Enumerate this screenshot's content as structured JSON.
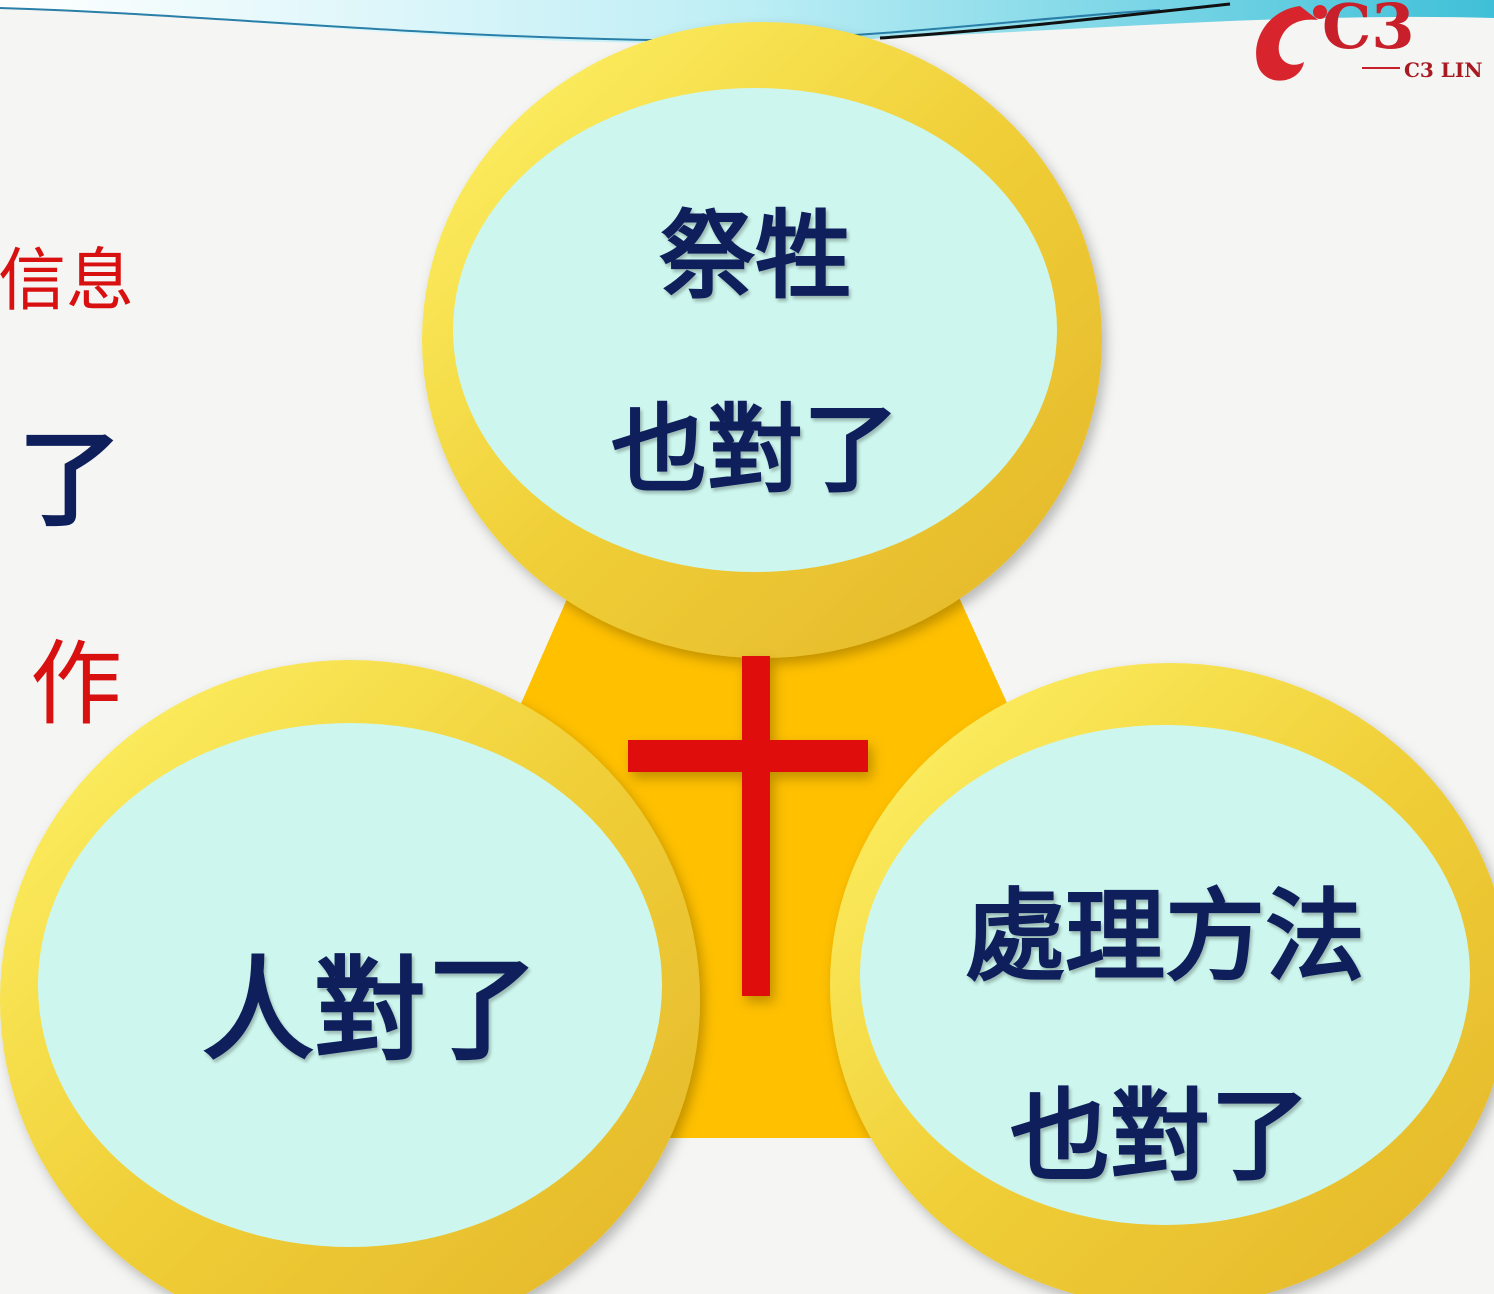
{
  "side_text": {
    "line1": "信息",
    "line2": "了",
    "line3": "作"
  },
  "circles": {
    "top": {
      "line1": "祭牲",
      "line2": "也對了"
    },
    "left": {
      "line1": "人對了"
    },
    "right": {
      "line1": "處理方法",
      "line2": "也對了"
    }
  },
  "logo": {
    "mark": "C3",
    "tagline": "C3 LIN"
  },
  "colors": {
    "circle_rim": "#f2d240",
    "circle_fill": "#cdf7ee",
    "triangle": "#ffc000",
    "cross": "#e01010",
    "label_text": "#0f1f5c",
    "side_text": "#d81010"
  }
}
